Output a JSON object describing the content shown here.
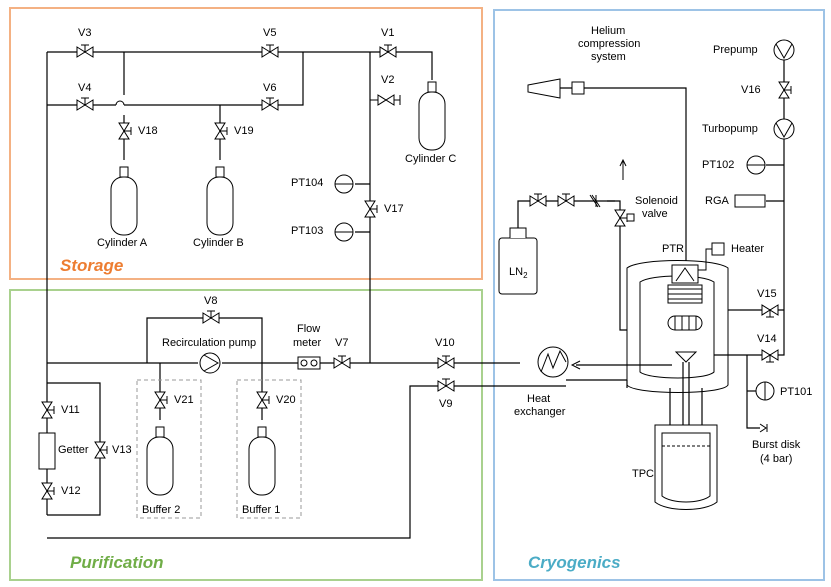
{
  "sections": {
    "storage": {
      "label": "Storage",
      "color": "#ED7D31"
    },
    "purification": {
      "label": "Purification",
      "color": "#70AD47"
    },
    "cryogenics": {
      "label": "Cryogenics",
      "color": "#4BACC6"
    }
  },
  "valves": {
    "v1": "V1",
    "v2": "V2",
    "v3": "V3",
    "v4": "V4",
    "v5": "V5",
    "v6": "V6",
    "v7": "V7",
    "v8": "V8",
    "v9": "V9",
    "v10": "V10",
    "v11": "V11",
    "v12": "V12",
    "v13": "V13",
    "v14": "V14",
    "v15": "V15",
    "v16": "V16",
    "v17": "V17",
    "v18": "V18",
    "v19": "V19",
    "v20": "V20",
    "v21": "V21"
  },
  "sensors": {
    "pt101": "PT101",
    "pt102": "PT102",
    "pt103": "PT103",
    "pt104": "PT104"
  },
  "cylinders": {
    "a": "Cylinder A",
    "b": "Cylinder B",
    "c": "Cylinder C",
    "buffer1": "Buffer 1",
    "buffer2": "Buffer 2"
  },
  "components": {
    "helium_line1": "Helium",
    "helium_line2": "compression",
    "helium_line3": "system",
    "prepump": "Prepump",
    "turbopump": "Turbopump",
    "rga": "RGA",
    "solenoid_line1": "Solenoid",
    "solenoid_line2": "valve",
    "ln2": "LN",
    "ln2_sub": "2",
    "ptr": "PTR",
    "heater": "Heater",
    "recirculation_pump": "Recirculation pump",
    "flow_meter_line1": "Flow",
    "flow_meter_line2": "meter",
    "heat_exchanger_line1": "Heat",
    "heat_exchanger_line2": "exchanger",
    "getter": "Getter",
    "burst_disk_line1": "Burst disk",
    "burst_disk_line2": "(4 bar)",
    "tpc": "TPC"
  }
}
